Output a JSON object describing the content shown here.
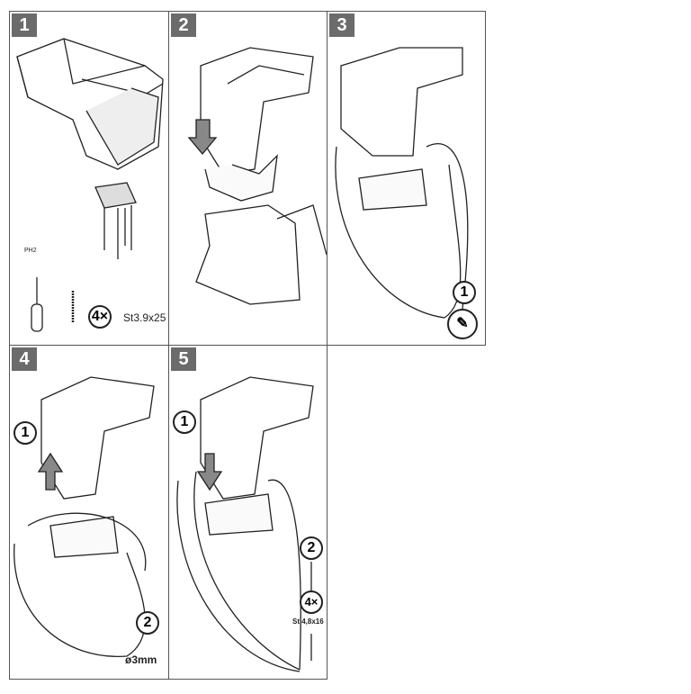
{
  "steps": [
    {
      "number": "1",
      "tool_label": "PH2",
      "quantity": "4×",
      "screw_spec": "St3.9x25"
    },
    {
      "number": "2"
    },
    {
      "number": "3",
      "callout": "1"
    },
    {
      "number": "4",
      "callout_a": "1",
      "callout_b": "2",
      "drill_spec": "ø3mm"
    },
    {
      "number": "5",
      "callout_a": "1",
      "callout_b": "2",
      "quantity": "4×",
      "screw_spec": "St 4,8x16"
    }
  ]
}
